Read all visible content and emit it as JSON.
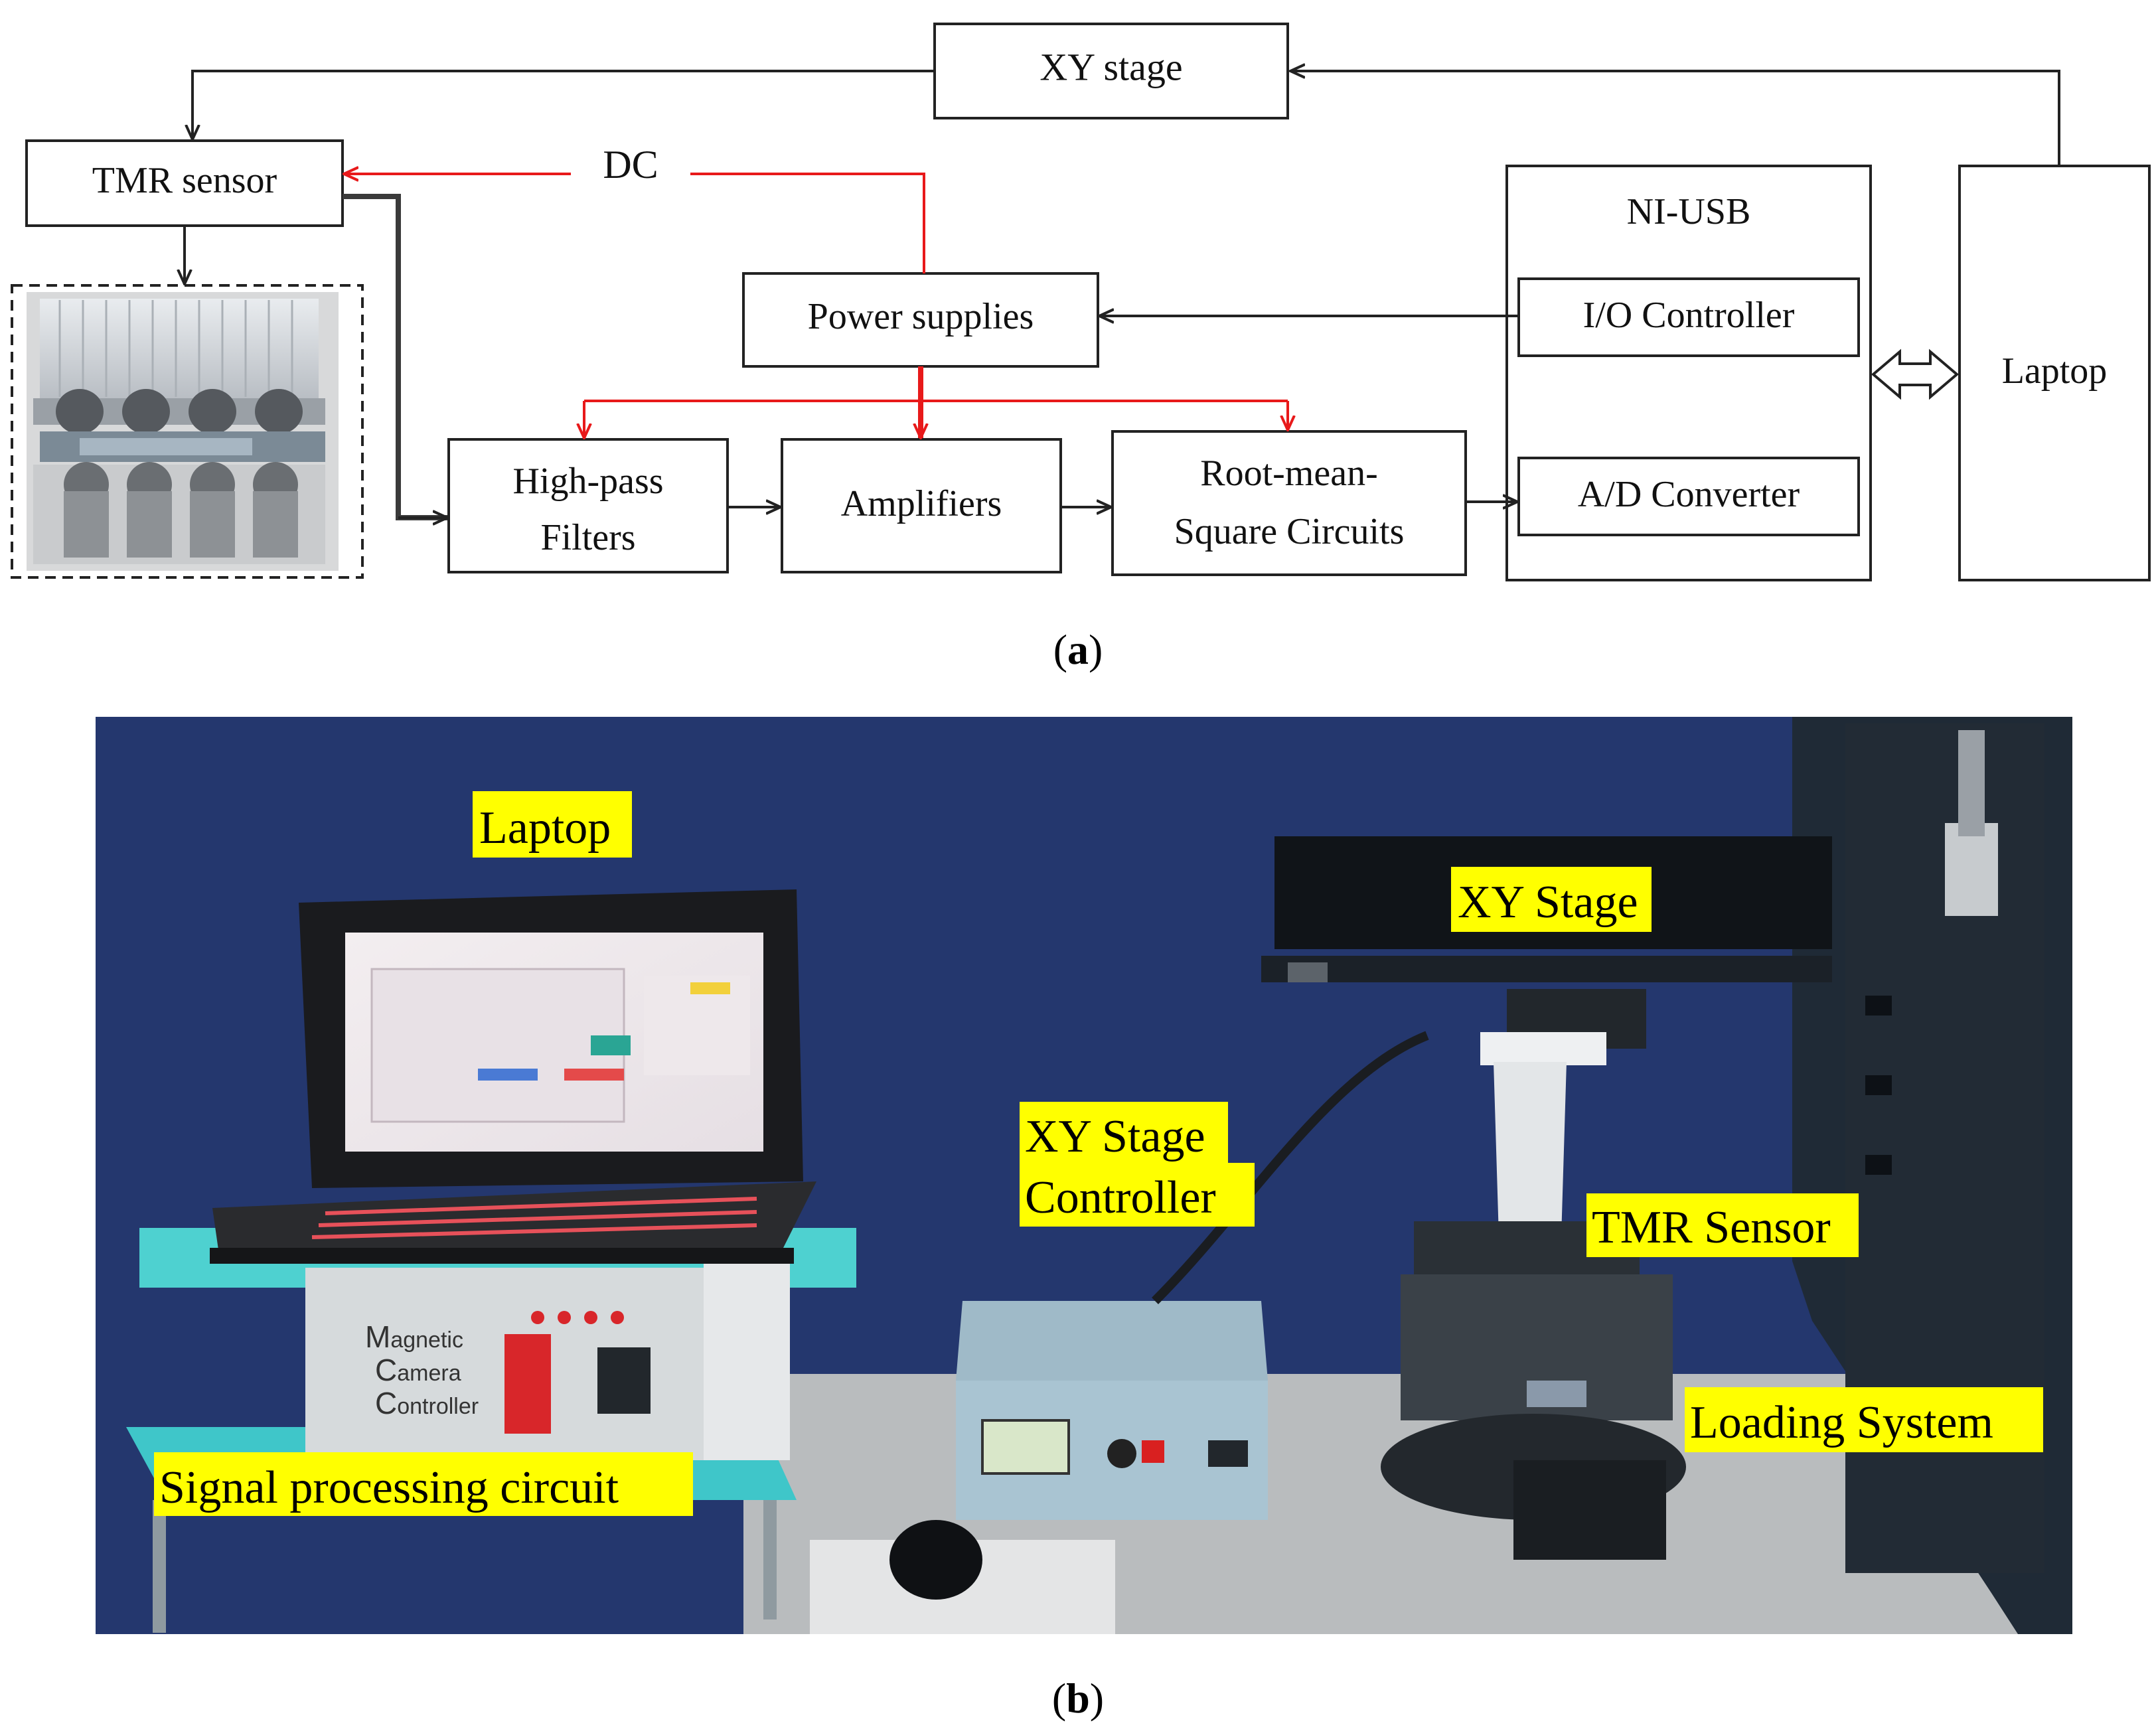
{
  "panel_a": {
    "caption": "a",
    "blocks": {
      "xy_stage": "XY stage",
      "tmr_sensor": "TMR sensor",
      "power_supplies": "Power supplies",
      "high_pass_line1": "High-pass",
      "high_pass_line2": "Filters",
      "amplifiers": "Amplifiers",
      "rms_line1": "Root-mean-",
      "rms_line2": "Square Circuits",
      "ni_usb": "NI-USB",
      "io_controller": "I/O Controller",
      "ad_converter": "A/D Converter",
      "laptop": "Laptop"
    },
    "dc_label": "DC",
    "colors": {
      "signal_line": "#222222",
      "power_line": "#e8191a"
    }
  },
  "panel_b": {
    "caption": "b",
    "labels": {
      "laptop": "Laptop",
      "xy_stage": "XY Stage",
      "xy_stage_controller_line1": "XY Stage",
      "xy_stage_controller_line2": "Controller",
      "tmr_sensor": "TMR Sensor",
      "signal_processing": "Signal processing circuit",
      "loading_system": "Loading System",
      "device_label_m": "M",
      "device_label_agnetic": "agnetic",
      "device_label_c1": "C",
      "device_label_amera": "amera",
      "device_label_c2": "C",
      "device_label_ontroller": "ontroller"
    },
    "colors": {
      "label_highlight": "#ffff00",
      "background": "#24376e"
    }
  }
}
